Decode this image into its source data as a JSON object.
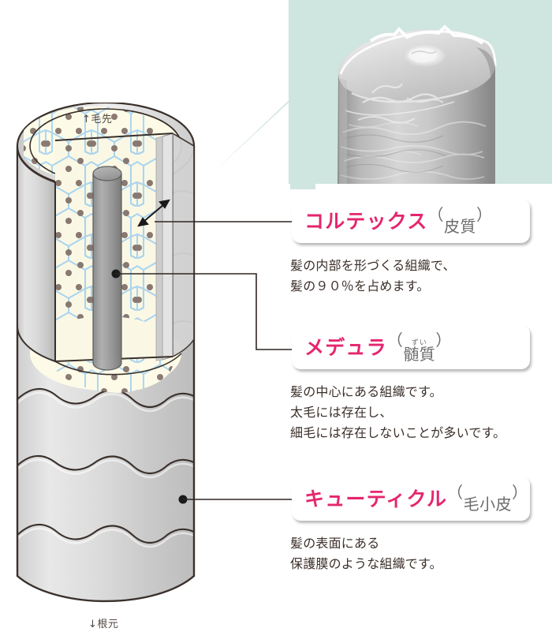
{
  "diagram": {
    "title_semantic": "hair-structure-cross-section",
    "tip_caption": "↑毛先",
    "root_caption": "↓根元",
    "colors": {
      "accent_pink": "#e5266e",
      "paren_gray": "#6c6c6c",
      "body_text": "#3b2f2a",
      "photo_background": "#cfe5e0",
      "cortex_cell_fill": "#fdfbe8",
      "cortex_cell_border": "#aed7f0",
      "cortex_granule": "#8a7a72",
      "cuticle_gray": "#d4d4d4",
      "medulla_gray": "#9b9b9b",
      "card_background": "#ffffff"
    }
  },
  "photo": {
    "name": "hair-cross-section-sem-photo",
    "caption": ""
  },
  "labels": [
    {
      "id": "cortex",
      "term": "コルテックス",
      "paren_open": "（",
      "paren_text": "皮質",
      "paren_close": "）",
      "ruby": "",
      "description": [
        "髪の内部を形づくる組織で、",
        "髪の９０％を占めます。"
      ]
    },
    {
      "id": "medulla",
      "term": "メデュラ",
      "paren_open": "（",
      "paren_text": "髄質",
      "paren_close": "）",
      "ruby": "ずい",
      "description": [
        "髪の中心にある組織です。",
        "太毛には存在し、",
        "細毛には存在しないことが多いです。"
      ]
    },
    {
      "id": "cuticle",
      "term": "キューティクル",
      "paren_open": "（",
      "paren_text": "毛小皮",
      "paren_close": "）",
      "ruby": "",
      "description": [
        "髪の表面にある",
        "保護膜のような組織です。"
      ]
    }
  ]
}
